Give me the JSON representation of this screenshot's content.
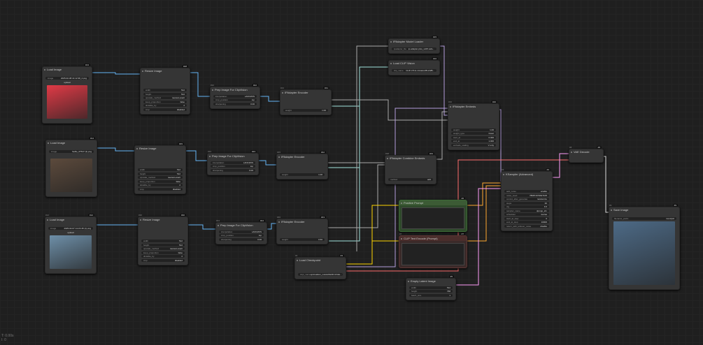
{
  "canvas": {
    "stats_line1": "T: 0.00s",
    "stats_line2": "I: 0"
  },
  "colors": {
    "image": "#64b5f6",
    "clip_vision": "#a1e3dc",
    "embeds": "#aaaaaa",
    "model": "#b39ddb",
    "clip": "#ffd500",
    "vae": "#ff6e6e",
    "latent": "#ff9cf9",
    "conditioning": "#ffa931"
  },
  "nodes": [
    {
      "id": "load-image-1",
      "title": "Load Image",
      "badge": "#13",
      "widgets": [
        [
          "image",
          "2025-02-08 14:12:38_2.png"
        ]
      ],
      "filename": "upload",
      "thumb": "#e03a46"
    },
    {
      "id": "resize-image-1",
      "title": "Resize Image",
      "badge": "#28",
      "widgets": [
        [
          "width",
          "512"
        ],
        [
          "height",
          "512"
        ],
        [
          "upscale_method",
          "nearest-exact"
        ],
        [
          "keep_proportion",
          "false"
        ],
        [
          "divisible_by",
          "2"
        ],
        [
          "crop",
          "disabled"
        ]
      ]
    },
    {
      "id": "prep-clipvision-1",
      "title": "Prep Image For ClipVision",
      "badge": "#22",
      "idtag": "#32",
      "widgets": [
        [
          "interpolation",
          "LANCZOS"
        ],
        [
          "crop_position",
          "top"
        ],
        [
          "sharpening",
          "0.00"
        ]
      ]
    },
    {
      "id": "ipadapter-encoder-1",
      "title": "IPAdapter Encoder",
      "badge": "#41",
      "idtag": "#44",
      "widgets": [
        [
          "weight",
          "1.00"
        ]
      ]
    },
    {
      "id": "ipadapter-model-loader",
      "title": "IPAdapter Model Loader",
      "badge": "#15",
      "widgets": [
        [
          "ipadapter_file",
          "ip-adapter-plus_sd15.safe..."
        ]
      ]
    },
    {
      "id": "load-clip-vision",
      "title": "Load CLIP Vision",
      "badge": "#16",
      "widgets": [
        [
          "clip_name",
          "CLIP-ViT-H-14-laion2B-s32B..."
        ]
      ]
    },
    {
      "id": "ipadapter-embeds",
      "title": "IPAdapter Embeds",
      "badge": "#40",
      "idtag": "#36",
      "widgets": [
        [
          "weight",
          "1.00"
        ],
        [
          "weight_type",
          "linear"
        ],
        [
          "start_at",
          "0.000"
        ],
        [
          "end_at",
          "1.000"
        ],
        [
          "embeds_scaling",
          "V only"
        ]
      ]
    },
    {
      "id": "load-image-2",
      "title": "Load Image",
      "badge": "#14",
      "widgets": [
        [
          "image",
          "Selfie_67547 (3).png"
        ]
      ],
      "filename": "",
      "thumb": "#5c4a3c"
    },
    {
      "id": "resize-image-2",
      "title": "Resize Image",
      "badge": "#29",
      "widgets": [
        [
          "width",
          "512"
        ],
        [
          "height",
          "512"
        ],
        [
          "upscale_method",
          "nearest-exact"
        ],
        [
          "keep_proportion",
          "false"
        ],
        [
          "divisible_by",
          "2"
        ],
        [
          "crop",
          "disabled"
        ]
      ]
    },
    {
      "id": "prep-clipvision-2",
      "title": "Prep Image For ClipVision",
      "badge": "#23",
      "idtag": "#33",
      "widgets": [
        [
          "interpolation",
          "LANCZOS"
        ],
        [
          "crop_position",
          "top"
        ],
        [
          "sharpening",
          "0.00"
        ]
      ]
    },
    {
      "id": "ipadapter-encoder-2",
      "title": "IPAdapter Encoder",
      "badge": "#42",
      "idtag": "#45",
      "widgets": [
        [
          "weight",
          "1.00"
        ]
      ]
    },
    {
      "id": "ipadapter-combine-embeds",
      "title": "IPAdapter Combine Embeds",
      "badge": "#43",
      "idtag": "#38",
      "widgets": [
        [
          "method",
          "add"
        ]
      ]
    },
    {
      "id": "vae-decode",
      "title": "VAE Decode",
      "badge": "#8",
      "idtag": "#8"
    },
    {
      "id": "ksampler-advanced",
      "title": "KSampler (Advanced)",
      "badge": "#3",
      "idtag": "#3",
      "widgets": [
        [
          "add_noise",
          "enable"
        ],
        [
          "noise_seed",
          "786871679627105"
        ],
        [
          "control_after_generate",
          "randomize"
        ],
        [
          "steps",
          "30"
        ],
        [
          "cfg",
          "6.5"
        ],
        [
          "sampler_name",
          "dpmpp_2m"
        ],
        [
          "scheduler",
          "karras"
        ],
        [
          "start_at_step",
          "0"
        ],
        [
          "end_at_step",
          "10000"
        ],
        [
          "return_with_leftover_noise",
          "disable"
        ]
      ]
    },
    {
      "id": "save-image",
      "title": "Save Image",
      "badge": "#9",
      "idtag": "#9",
      "widgets": [
        [
          "filename_prefix",
          "ComfyUI"
        ]
      ],
      "thumb": "#4d6a86"
    },
    {
      "id": "load-image-3",
      "title": "Load Image",
      "badge": "#12",
      "idtag": "#12",
      "widgets": [
        [
          "image",
          "2025-02-07 14-15-35 (1).png"
        ]
      ],
      "filename": "upload",
      "thumb": "#6e8fa8"
    },
    {
      "id": "resize-image-3",
      "title": "Resize Image",
      "badge": "#30",
      "idtag": "#30",
      "widgets": [
        [
          "width",
          "512"
        ],
        [
          "height",
          "512"
        ],
        [
          "upscale_method",
          "nearest-exact"
        ],
        [
          "keep_proportion",
          "false"
        ],
        [
          "divisible_by",
          "2"
        ],
        [
          "crop",
          "disabled"
        ]
      ]
    },
    {
      "id": "prep-clipvision-3",
      "title": "Prep Image For ClipVision",
      "badge": "#24",
      "idtag": "#34",
      "widgets": [
        [
          "interpolation",
          "LANCZOS"
        ],
        [
          "crop_position",
          "top"
        ],
        [
          "sharpening",
          "0.00"
        ]
      ]
    },
    {
      "id": "ipadapter-encoder-3",
      "title": "IPAdapter Encoder",
      "badge": "#43",
      "idtag": "#46",
      "widgets": [
        [
          "weight",
          "0.60"
        ]
      ]
    },
    {
      "id": "positive-prompt",
      "title": "Positive Prompt",
      "badge": "#6",
      "text": "",
      "variant": "green"
    },
    {
      "id": "negative-prompt",
      "title": "CLIP Text Encode (Prompt)",
      "badge": "#7",
      "idtag": "#7",
      "text": "",
      "variant": "red"
    },
    {
      "id": "load-checkpoint",
      "title": "Load Checkpoint",
      "badge": "#4",
      "idtag": "#4",
      "widgets": [
        [
          "ckpt_name",
          "epicrealism_naturalSinRC1VAE..."
        ]
      ]
    },
    {
      "id": "empty-latent-image",
      "title": "Empty Latent Image",
      "badge": "#5",
      "widgets": [
        [
          "width",
          "512"
        ],
        [
          "height",
          "768"
        ],
        [
          "batch_size",
          "1"
        ]
      ]
    }
  ]
}
